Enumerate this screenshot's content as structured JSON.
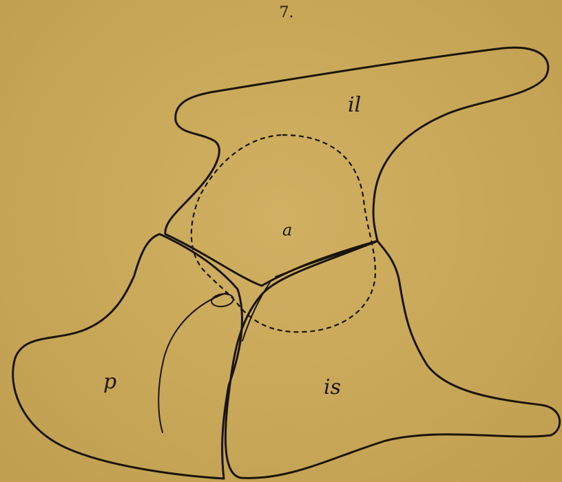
{
  "figure": {
    "number": "7."
  },
  "labels": {
    "ilium": "il",
    "acetabulum": "a",
    "pubis": "p",
    "ischium": "is"
  },
  "colors": {
    "paper": "#c9a95a",
    "ink": "#1a140c"
  }
}
